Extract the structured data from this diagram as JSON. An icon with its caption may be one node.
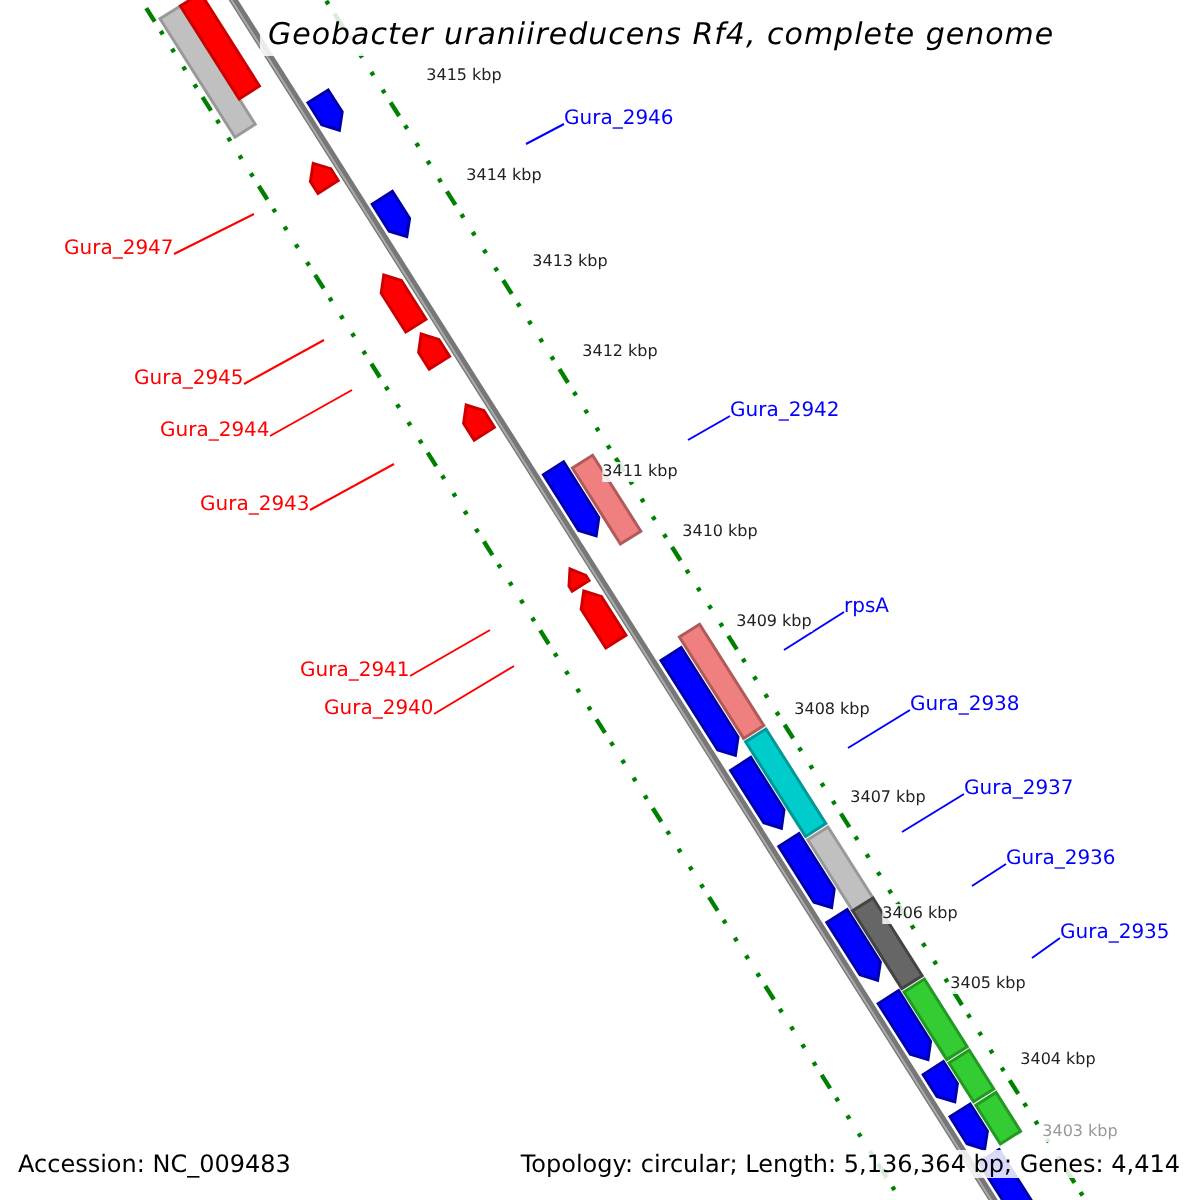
{
  "diagram": {
    "title": "Geobacter uraniireducens Rf4, complete genome",
    "nodes": [
      {
        "text": [
          "Gura_2946"
        ]
      },
      {
        "text": [
          "Gura_2947"
        ]
      },
      {
        "text": [
          "Gura_2945"
        ]
      },
      {
        "text": [
          "Gura_2942"
        ]
      },
      {
        "text": [
          "Gura_2944"
        ]
      },
      {
        "text": [
          "Gura_2943"
        ]
      },
      {
        "text": [
          "rpsA"
        ]
      },
      {
        "text": [
          "Gura_2941"
        ]
      },
      {
        "text": [
          "Gura_2938"
        ]
      },
      {
        "text": [
          "Gura_2940"
        ]
      },
      {
        "text": [
          "Gura_2937"
        ]
      },
      {
        "text": [
          "Gura_2936"
        ]
      },
      {
        "text": [
          "Gura_2935"
        ]
      }
    ],
    "edges": [
      {
        "from": 0,
        "to": null,
        "arrow": "none",
        "color": "#0000ff"
      },
      {
        "from": 1,
        "to": null,
        "arrow": "none",
        "color": "#ff0000"
      },
      {
        "from": 2,
        "to": null,
        "arrow": "none",
        "color": "#ff0000"
      },
      {
        "from": 3,
        "to": null,
        "arrow": "none",
        "color": "#0000ff"
      },
      {
        "from": 4,
        "to": null,
        "arrow": "none",
        "color": "#ff0000"
      },
      {
        "from": 5,
        "to": null,
        "arrow": "none",
        "color": "#ff0000"
      },
      {
        "from": 6,
        "to": null,
        "arrow": "none",
        "color": "#0000ff"
      },
      {
        "from": 7,
        "to": null,
        "arrow": "none",
        "color": "#ff0000"
      },
      {
        "from": 8,
        "to": null,
        "arrow": "none",
        "color": "#0000ff"
      },
      {
        "from": 9,
        "to": null,
        "arrow": "none",
        "color": "#ff0000"
      },
      {
        "from": 10,
        "to": null,
        "arrow": "none",
        "color": "#0000ff"
      },
      {
        "from": 11,
        "to": null,
        "arrow": "none",
        "color": "#0000ff"
      },
      {
        "from": 12,
        "to": null,
        "arrow": "none",
        "color": "#0000ff"
      }
    ],
    "labels": [
      "3415 kbp",
      "3414 kbp",
      "3413 kbp",
      "3412 kbp",
      "3411 kbp",
      "3410 kbp",
      "3409 kbp",
      "3408 kbp",
      "3407 kbp",
      "3406 kbp",
      "3405 kbp",
      "3404 kbp",
      "3403 kbp",
      "Accession: NC_009483",
      "Topology: circular; Length: 5,136,364 bp; Genes: 4,414"
    ]
  }
}
